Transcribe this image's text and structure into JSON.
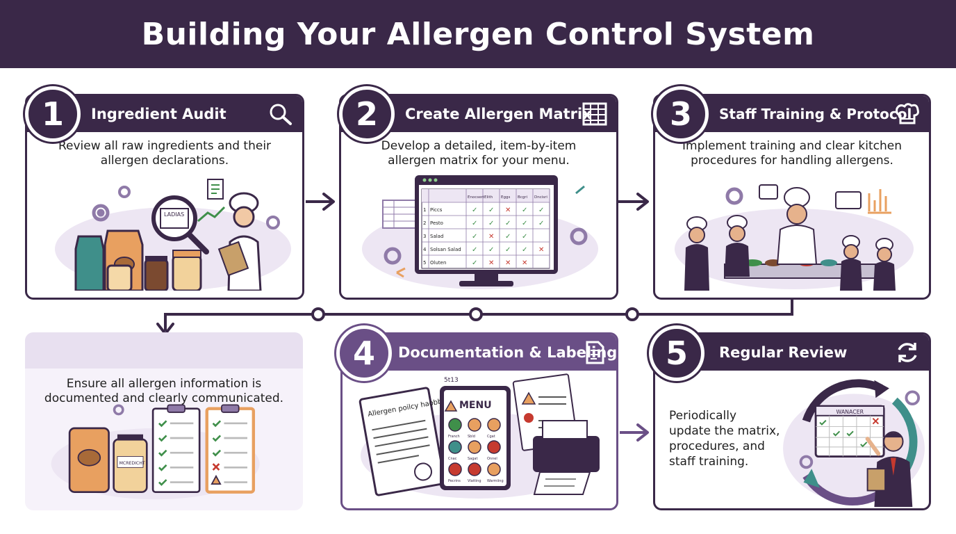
{
  "header": {
    "title": "Building Your Allergen Control System"
  },
  "steps": [
    {
      "number": "1",
      "title": "Ingredient Audit",
      "description": "Review all raw ingredients and their allergen declarations.",
      "icon": "magnifier-icon",
      "illustration_label": "LADIAS"
    },
    {
      "number": "2",
      "title": "Create Allergen Matrix",
      "description": "Develop a detailed, item-by-item allergen matrix for your menu.",
      "icon": "table-grid-icon",
      "matrix": {
        "headers": [
          "Enocsert",
          "Elith",
          "Eggs",
          "Bcgri",
          "Dncisri"
        ],
        "rows": [
          {
            "n": "1",
            "name": "Piccs",
            "marks": [
              "✓",
              "✓",
              "✕",
              "✓",
              "✓"
            ]
          },
          {
            "n": "2",
            "name": "Pesto",
            "marks": [
              "✓",
              "✓",
              "✓",
              "✓",
              "✓"
            ]
          },
          {
            "n": "3",
            "name": "Salad",
            "marks": [
              "✓",
              "✕",
              "✓",
              "✓",
              ""
            ]
          },
          {
            "n": "4",
            "name": "Solsan Salad",
            "marks": [
              "✓",
              "✓",
              "✓",
              "✓",
              "✕"
            ]
          },
          {
            "n": "5",
            "name": "Oluten",
            "marks": [
              "✓",
              "✕",
              "✕",
              "✕",
              ""
            ]
          }
        ]
      }
    },
    {
      "number": "3",
      "title": "Staff Training & Protocol",
      "description": "Implement training and clear kitchen procedures for handling allergens.",
      "icon": "chef-hat-icon"
    },
    {
      "number": "4",
      "title": "Documentation & Labeling",
      "description": "Ensure all allergen information is documented and clearly communicated.",
      "icon": "document-icon",
      "handbook_label": "Allergen poilcy haobbook",
      "menu_label": "MENU",
      "menu_small": "5t13",
      "jar_label": "MCREDICHT",
      "menu_items": [
        "Franch",
        "Sbld",
        "Cgat",
        "Cnac",
        "Sagat",
        "Onnel",
        "Pecrins",
        "Vlatting",
        "Warmiing"
      ]
    },
    {
      "number": "5",
      "title": "Regular Review",
      "description": "Periodically update the matrix, procedures, and staff training.",
      "icon": "refresh-cycle-icon",
      "calendar_label": "WANACER"
    }
  ],
  "colors": {
    "primary": "#3a2848",
    "secondary": "#6a4f86",
    "light": "#ede6f3",
    "accent_orange": "#e8a060",
    "accent_green": "#3f8f4a",
    "accent_red": "#c63a2f"
  }
}
